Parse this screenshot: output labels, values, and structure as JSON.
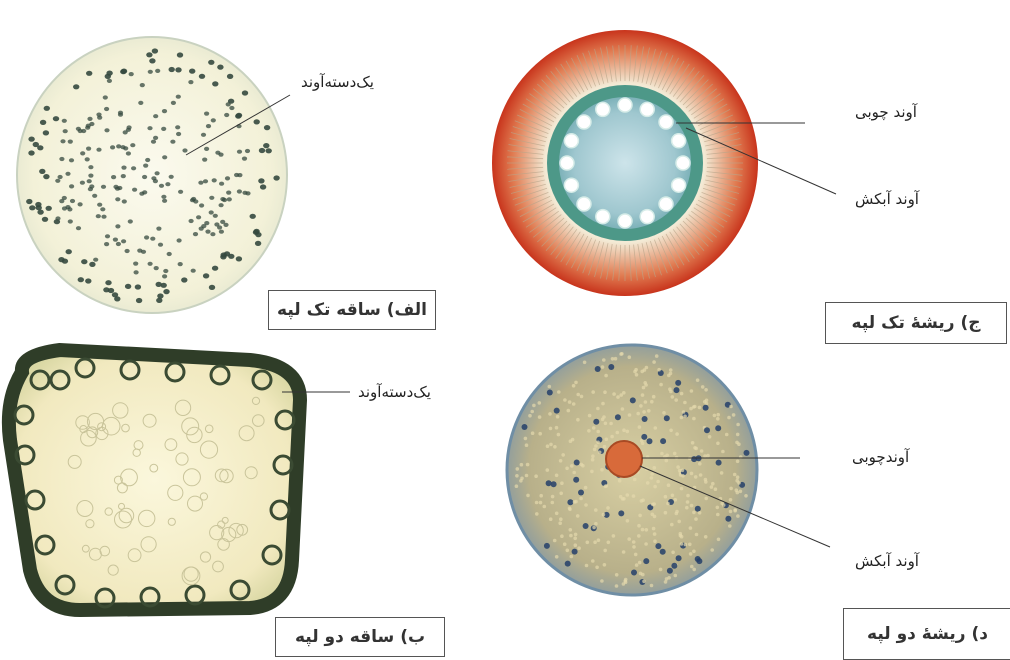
{
  "panels": {
    "a": {
      "caption": "الف) ساقه تک لپه",
      "labels": {
        "vascular_bundle": "یک‌دسته‌آوند"
      }
    },
    "b": {
      "caption": "ب) ساقه دو لپه",
      "labels": {
        "vascular_bundle": "یک‌دسته‌آوند"
      }
    },
    "c": {
      "caption": "ج) ریشهٔ تک لپه",
      "labels": {
        "xylem": "آوند چوبی",
        "phloem": "آوند آبکش"
      }
    },
    "d": {
      "caption": "د) ریشهٔ دو لپه",
      "labels": {
        "xylem": "آوندچوبی",
        "phloem": "آوند آبکش"
      }
    }
  },
  "colors": {
    "monocot_stem_fill": "#f6f4df",
    "bundle_dot": "#35493f",
    "monocot_root_cortex": "#d94a2a",
    "monocot_root_stele": "#2f8a7a",
    "dicot_stem_fill": "#f4efc8",
    "dicot_stem_rim": "#2f3d28",
    "dicot_root_fill": "#bdb38a",
    "dicot_root_core": "#d86a3a"
  }
}
